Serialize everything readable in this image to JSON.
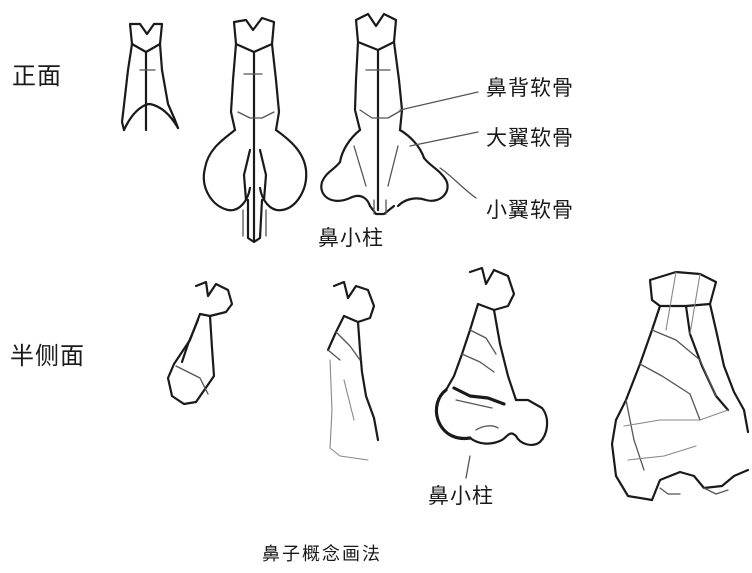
{
  "row_labels": {
    "front": "正面",
    "three_quarter": "半侧面"
  },
  "cartilage_labels": {
    "dorsal": "鼻背软骨",
    "major_alar": "大翼软骨",
    "minor_alar": "小翼软骨",
    "columella_front": "鼻小柱",
    "columella_side": "鼻小柱"
  },
  "caption": "鼻子概念画法"
}
